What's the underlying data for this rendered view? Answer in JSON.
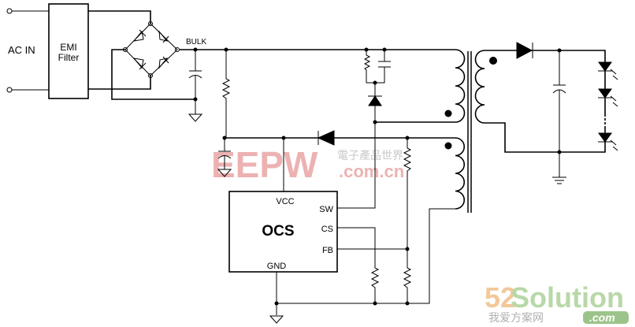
{
  "input": {
    "label": "AC IN"
  },
  "emi_filter": {
    "line1": "EMI",
    "line2": "Filter"
  },
  "bulk": {
    "label": "BULK"
  },
  "controller": {
    "name": "OCS",
    "pins": {
      "vcc": "VCC",
      "sw": "SW",
      "cs": "CS",
      "fb": "FB",
      "gnd": "GND"
    }
  },
  "watermarks": {
    "eepw": {
      "logo": "EEPW",
      "chinese": "電子產品世界",
      "domain": ".com.cn"
    },
    "solution": {
      "num": "52",
      "word": "Solution",
      "chinese": "我爱方案网",
      "domain": ".com"
    }
  }
}
